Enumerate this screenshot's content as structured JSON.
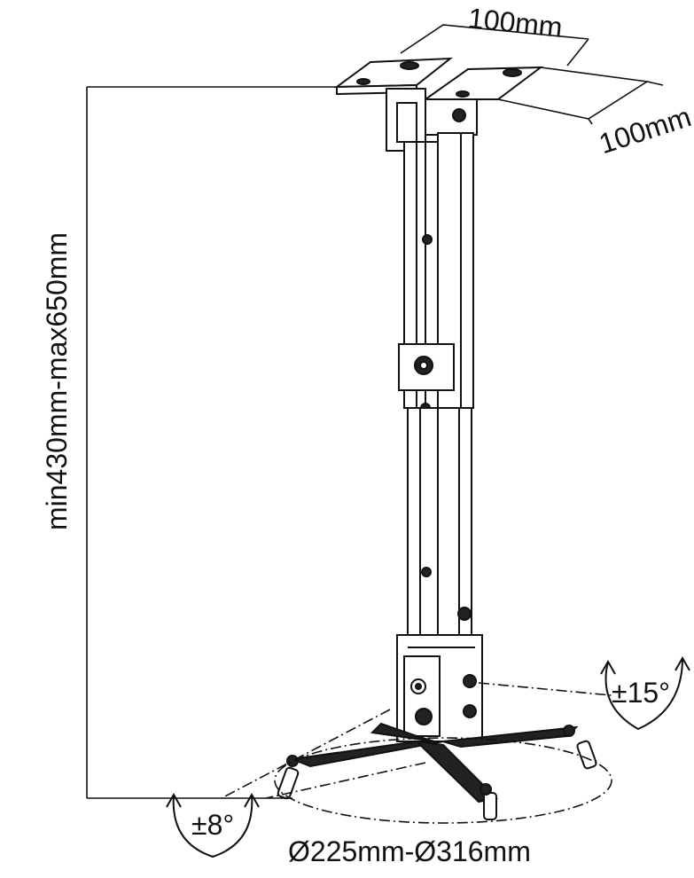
{
  "labels": {
    "top_width": "100mm",
    "depth": "100mm",
    "height_range": "min430mm-max650mm",
    "tilt": "±15°",
    "swivel": "±8°",
    "diameter_range": "Ø225mm-Ø316mm"
  },
  "colors": {
    "line": "#111111",
    "fill": "#ffffff",
    "shade": "#222222"
  }
}
